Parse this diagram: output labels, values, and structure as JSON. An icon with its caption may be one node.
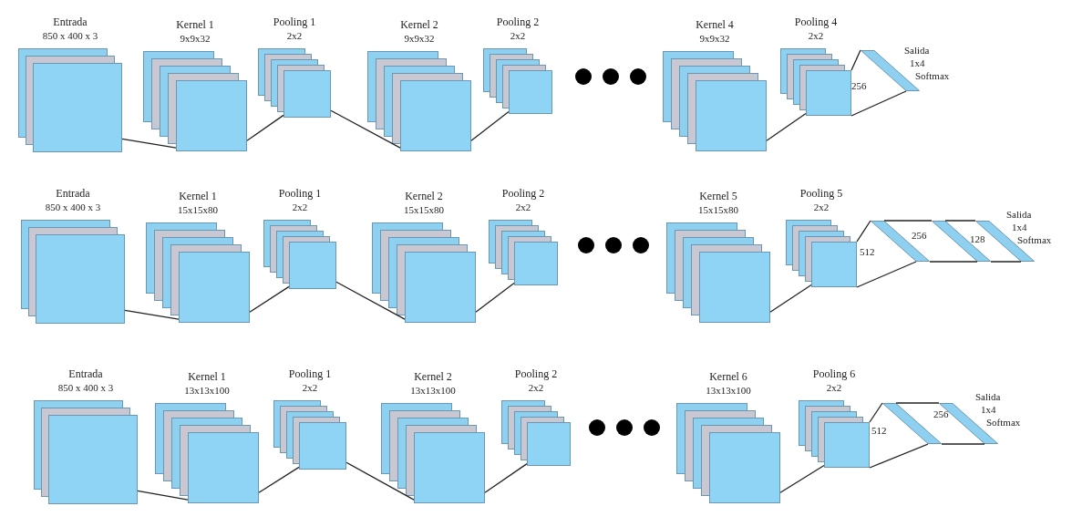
{
  "diagram": {
    "nodes": [
      {
        "text": [
          "Entrada",
          "850 x 400 x 3"
        ]
      },
      {
        "text": [
          "Kernel 1",
          "9x9x32"
        ]
      },
      {
        "text": [
          "Pooling 1",
          "2x2"
        ]
      },
      {
        "text": [
          "Kernel 2",
          "9x9x32"
        ]
      },
      {
        "text": [
          "Pooling 2",
          "2x2"
        ]
      },
      {
        "text": [
          "Kernel 4",
          "9x9x32"
        ]
      },
      {
        "text": [
          "Pooling 4",
          "2x2"
        ]
      },
      {
        "text": [],
        "shape": "bar",
        "beside": [
          "Salida",
          "1x4",
          "Softmax"
        ]
      },
      {
        "text": [
          "Entrada",
          "850 x 400 x 3"
        ]
      },
      {
        "text": [
          "Kernel 1",
          "15x15x80"
        ]
      },
      {
        "text": [
          "Pooling 1",
          "2x2"
        ]
      },
      {
        "text": [
          "Kernel 2",
          "15x15x80"
        ]
      },
      {
        "text": [
          "Pooling 2",
          "2x2"
        ]
      },
      {
        "text": [
          "Kernel 5",
          "15x15x80"
        ]
      },
      {
        "text": [
          "Pooling 5",
          "2x2"
        ]
      },
      {
        "text": [],
        "shape": "bar"
      },
      {
        "text": [],
        "shape": "bar"
      },
      {
        "text": [],
        "shape": "bar",
        "beside": [
          "Salida",
          "1x4",
          "Softmax"
        ]
      },
      {
        "text": [
          "Entrada",
          "850 x 400 x 3"
        ]
      },
      {
        "text": [
          "Kernel 1",
          "13x13x100"
        ]
      },
      {
        "text": [
          "Pooling 1",
          "2x2"
        ]
      },
      {
        "text": [
          "Kernel 2",
          "13x13x100"
        ]
      },
      {
        "text": [
          "Pooling 2",
          "2x2"
        ]
      },
      {
        "text": [
          "Kernel 6",
          "13x13x100"
        ]
      },
      {
        "text": [
          "Pooling 6",
          "2x2"
        ]
      },
      {
        "text": [],
        "shape": "bar"
      },
      {
        "text": [],
        "shape": "bar",
        "beside": [
          "Salida",
          "1x4",
          "Softmax"
        ]
      }
    ],
    "edges": [
      {
        "from": 0,
        "to": 1,
        "arrow": "none"
      },
      {
        "from": 1,
        "to": 2,
        "arrow": "none"
      },
      {
        "from": 2,
        "to": 3,
        "arrow": "none"
      },
      {
        "from": 3,
        "to": 4,
        "arrow": "none"
      },
      {
        "from": 5,
        "to": 6,
        "arrow": "none"
      },
      {
        "from": 6,
        "to": 7,
        "arrow": "none"
      },
      {
        "from": 6,
        "to": 7,
        "arrow": "none"
      },
      {
        "from": 8,
        "to": 9,
        "arrow": "none"
      },
      {
        "from": 9,
        "to": 10,
        "arrow": "none"
      },
      {
        "from": 10,
        "to": 11,
        "arrow": "none"
      },
      {
        "from": 11,
        "to": 12,
        "arrow": "none"
      },
      {
        "from": 13,
        "to": 14,
        "arrow": "none"
      },
      {
        "from": 14,
        "to": 15,
        "arrow": "none"
      },
      {
        "from": 14,
        "to": 15,
        "arrow": "none"
      },
      {
        "from": 15,
        "to": 16,
        "arrow": "none"
      },
      {
        "from": 15,
        "to": 16,
        "arrow": "none"
      },
      {
        "from": 16,
        "to": 17,
        "arrow": "none"
      },
      {
        "from": 16,
        "to": 17,
        "arrow": "none"
      },
      {
        "from": 18,
        "to": 19,
        "arrow": "none"
      },
      {
        "from": 19,
        "to": 20,
        "arrow": "none"
      },
      {
        "from": 20,
        "to": 21,
        "arrow": "none"
      },
      {
        "from": 21,
        "to": 22,
        "arrow": "none"
      },
      {
        "from": 23,
        "to": 24,
        "arrow": "none"
      },
      {
        "from": 24,
        "to": 25,
        "arrow": "none"
      },
      {
        "from": 24,
        "to": 25,
        "arrow": "none"
      },
      {
        "from": 25,
        "to": 26,
        "arrow": "none"
      },
      {
        "from": 25,
        "to": 26,
        "arrow": "none"
      }
    ],
    "labels": [
      "256",
      "512",
      "256",
      "128",
      "512",
      "256"
    ]
  }
}
